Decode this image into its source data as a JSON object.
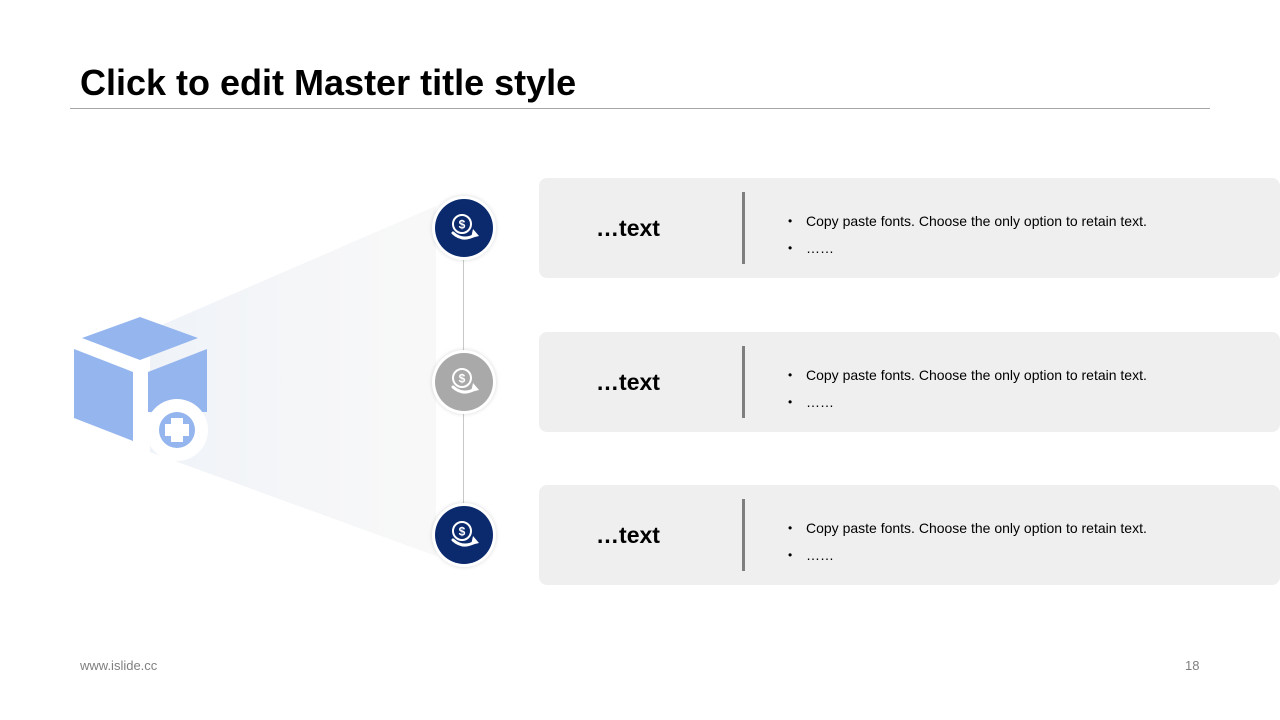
{
  "slide": {
    "title": "Click to edit Master title style",
    "footer_url": "www.islide.cc",
    "page_number": "18"
  },
  "colors": {
    "accent_dark": "#0b2a6e",
    "accent_grey": "#a9a9a9",
    "cube": "#94b5ee",
    "card_bg": "#efefef"
  },
  "icons": {
    "hero": "box-add-icon",
    "node": "money-transfer-icon"
  },
  "items": [
    {
      "label": "…text",
      "bullets": [
        "Copy paste fonts. Choose the only option to retain text.",
        "……"
      ],
      "state": "active"
    },
    {
      "label": "…text",
      "bullets": [
        "Copy paste fonts. Choose the only option to retain text.",
        "……"
      ],
      "state": "inactive"
    },
    {
      "label": "…text",
      "bullets": [
        "Copy paste fonts. Choose the only option to retain text.",
        "……"
      ],
      "state": "active"
    }
  ]
}
